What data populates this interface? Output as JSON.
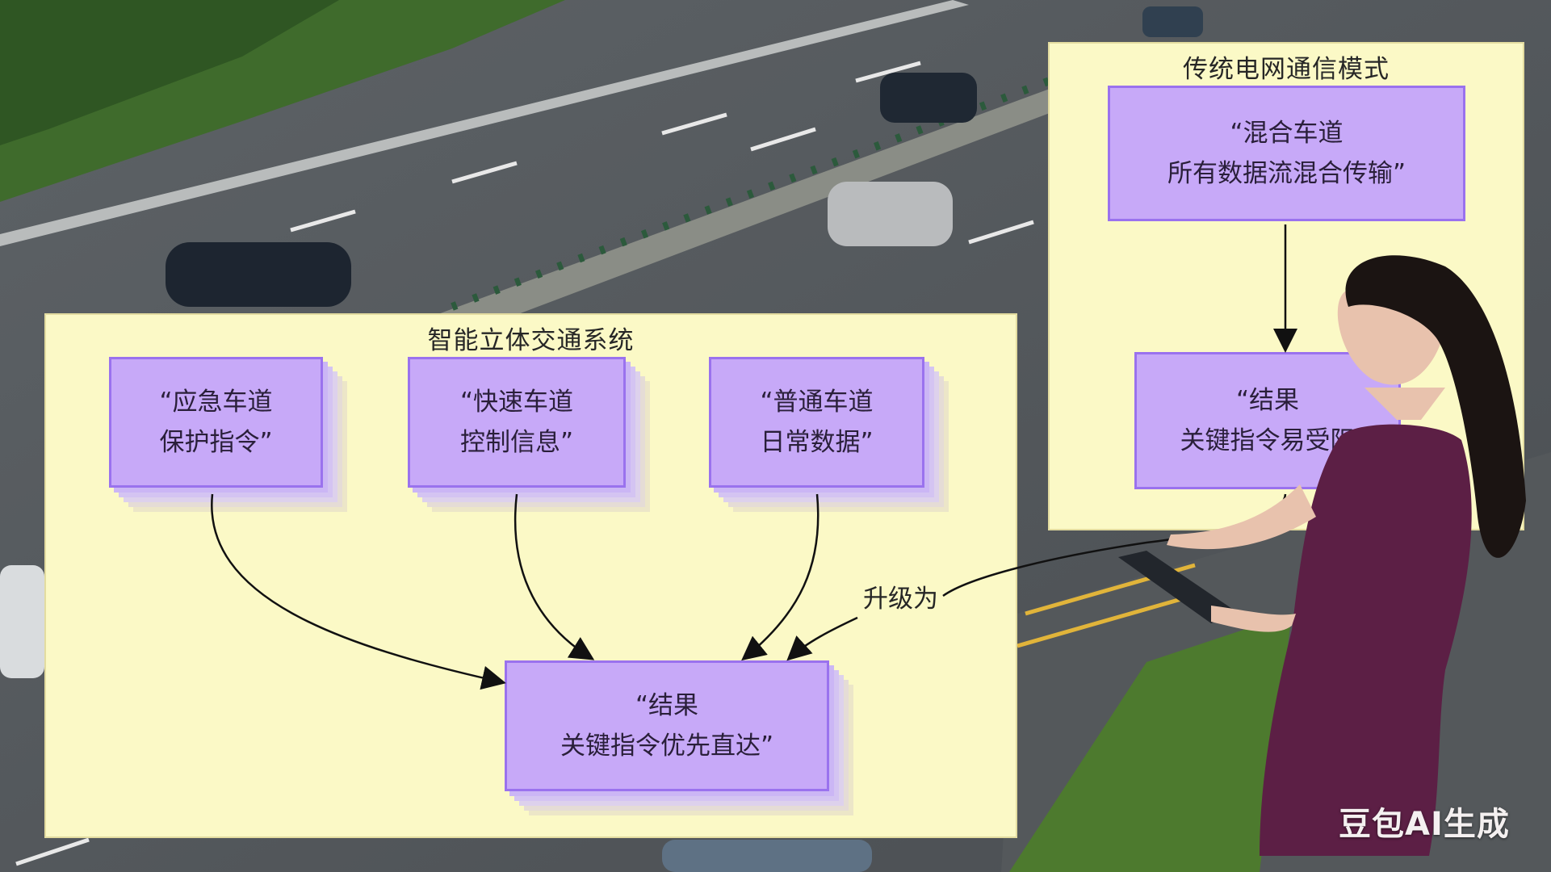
{
  "diagram": {
    "left_panel_title": "智能立体交通系统",
    "right_panel_title": "传统电网通信模式",
    "left_nodes": [
      {
        "line1": "“应急车道",
        "line2": "保护指令”"
      },
      {
        "line1": "“快速车道",
        "line2": "控制信息”"
      },
      {
        "line1": "“普通车道",
        "line2": "日常数据”"
      }
    ],
    "left_result": {
      "line1": "“结果",
      "line2": "关键指令优先直达”"
    },
    "right_source": {
      "line1": "“混合车道",
      "line2": "所有数据流混合传输”"
    },
    "right_result": {
      "line1": "“结果",
      "line2": "关键指令易受阻"
    },
    "edge_label": "升级为"
  },
  "watermark": "豆包AI生成",
  "colors": {
    "panel_fill": "#fbf9c6",
    "node_fill": "#c7a9f8",
    "node_border": "#9a72ee",
    "dress": "#5c1f45"
  }
}
